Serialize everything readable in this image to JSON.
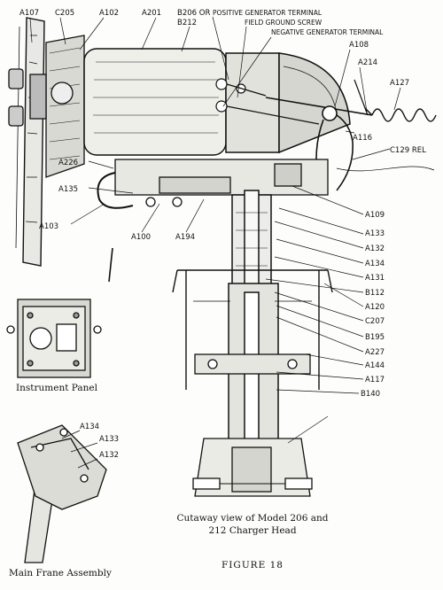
{
  "captions": {
    "main": "Cutaway view of Model 206 and 212 Charger Head",
    "instrument_panel": "Instrument Panel",
    "main_frame": "Main Frane Assembly",
    "figure": "FIGURE 18"
  },
  "callouts": {
    "a107": "A107",
    "c205": "C205",
    "a102": "A102",
    "a201": "A201",
    "b206or": "B206 OR",
    "b212": "B212",
    "pos_term": "POSITIVE GENERATOR TERMINAL",
    "field_screw": "FIELD GROUND SCREW",
    "neg_term": "NEGATIVE GENERATOR TERMINAL",
    "a108": "A108",
    "a214": "A214",
    "a127": "A127",
    "a116": "A116",
    "c129": "C129 REL",
    "a226": "A226",
    "a135": "A135",
    "a103": "A103",
    "a100": "A100",
    "a194": "A194",
    "a109": "A109",
    "a133": "A133",
    "a132": "A132",
    "a134": "A134",
    "a131": "A131",
    "b112": "B112",
    "a120": "A120",
    "c207": "C207",
    "b195": "B195",
    "a227": "A227",
    "a144": "A144",
    "a117": "A117",
    "b140": "B140",
    "ins_a134": "A134",
    "ins_a133": "A133",
    "ins_a132": "A132"
  }
}
